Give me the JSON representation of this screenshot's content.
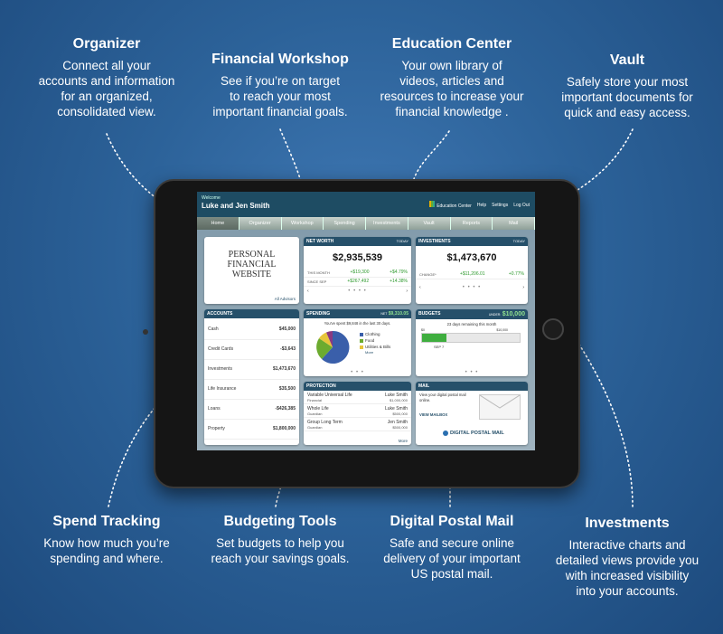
{
  "colors": {
    "background": "#2c6299",
    "accent": "#26506a",
    "green": "#2e9a2e"
  },
  "callouts": {
    "organizer": {
      "title": "Organizer",
      "text": "Connect all your\naccounts and information\nfor an organized,\nconsolidated view."
    },
    "workshop": {
      "title": "Financial Workshop",
      "text": "See if you’re on target\nto reach your most\nimportant financial goals."
    },
    "education": {
      "title": "Education Center",
      "text": "Your own library of\nvideos, articles and\nresources to increase your\nfinancial knowledge ."
    },
    "vault": {
      "title": "Vault",
      "text": "Safely store your most\nimportant documents for\nquick and easy access."
    },
    "spend": {
      "title": "Spend Tracking",
      "text": "Know how much you’re\nspending and where."
    },
    "budgeting": {
      "title": "Budgeting Tools",
      "text": "Set budgets to help you\nreach your savings goals."
    },
    "postal": {
      "title": "Digital Postal Mail",
      "text": "Safe and secure online\ndelivery of your important\nUS postal mail."
    },
    "investments": {
      "title": "Investments",
      "text": "Interactive charts and\ndetailed views provide you\nwith increased visibility\ninto your accounts."
    }
  },
  "app": {
    "welcome": "Welcome",
    "user": "Luke and Jen Smith",
    "links": [
      "Education Center",
      "Help",
      "Settings",
      "Log Out"
    ],
    "tabs": [
      "Home",
      "Organizer",
      "Workshop",
      "Spending",
      "Investments",
      "Vault",
      "Reports",
      "Mail"
    ],
    "pfw": [
      "PERSONAL",
      "FINANCIAL",
      "WEBSITE"
    ],
    "all_advisors": "All Advisors",
    "networth": {
      "title": "NET WORTH",
      "period": "TODAY",
      "value": "$2,935,539",
      "rows": [
        {
          "label": "THIS MONTH",
          "change": "+$19,300",
          "pct": "+$4.79%"
        },
        {
          "label": "SINCE SEP",
          "change": "+$267,492",
          "pct": "+14.38%"
        }
      ]
    },
    "investments": {
      "title": "INVESTMENTS",
      "period": "TODAY",
      "value": "$1,473,670",
      "change_label": "CHANGE*",
      "change": "+$11,206.01",
      "pct": "+0.77%"
    },
    "accounts": {
      "title": "ACCOUNTS",
      "rows": [
        {
          "name": "Cash",
          "value": "$45,000"
        },
        {
          "name": "Credit Cards",
          "value": "-$3,643"
        },
        {
          "name": "Investments",
          "value": "$1,473,670"
        },
        {
          "name": "Life Insurance",
          "value": "$35,500"
        },
        {
          "name": "Loans",
          "value": "-$426,385"
        },
        {
          "name": "Property",
          "value": "$1,800,000"
        }
      ]
    },
    "spending": {
      "title": "SPENDING",
      "net_label": "NET",
      "net": "$9,310.05",
      "msg": "You've spent $9,848 in the last 30 days.",
      "legend": [
        {
          "name": "Clothing",
          "color": "#3a5faa"
        },
        {
          "name": "Food",
          "color": "#6cab2f"
        },
        {
          "name": "Utilities & Bills",
          "color": "#e7c53a"
        }
      ],
      "more": "More"
    },
    "budgets": {
      "title": "BUDGETS",
      "under_label": "UNDER:",
      "under": "$10,000",
      "remaining": "23 days remaining this month",
      "axis_start": "$0",
      "axis_end": "$10,000",
      "date": "SEP 7",
      "progress": 0.25
    },
    "protection": {
      "title": "PROTECTION",
      "rows": [
        {
          "name": "Variable Universal Life",
          "sub": "Financial",
          "owner": "Luke Smith",
          "amount": "$1,000,000"
        },
        {
          "name": "Whole Life",
          "sub": "Guardian",
          "owner": "Luke Smith",
          "amount": "$500,000"
        },
        {
          "name": "Group Long Term",
          "sub": "Guardian",
          "owner": "Jen Smith",
          "amount": "$500,000"
        }
      ],
      "more": "More"
    },
    "mail": {
      "title": "MAIL",
      "text": "View your digital postal mail online.",
      "link": "VIEW MAILBOX",
      "brand": "DIGITAL POSTAL MAIL"
    }
  }
}
